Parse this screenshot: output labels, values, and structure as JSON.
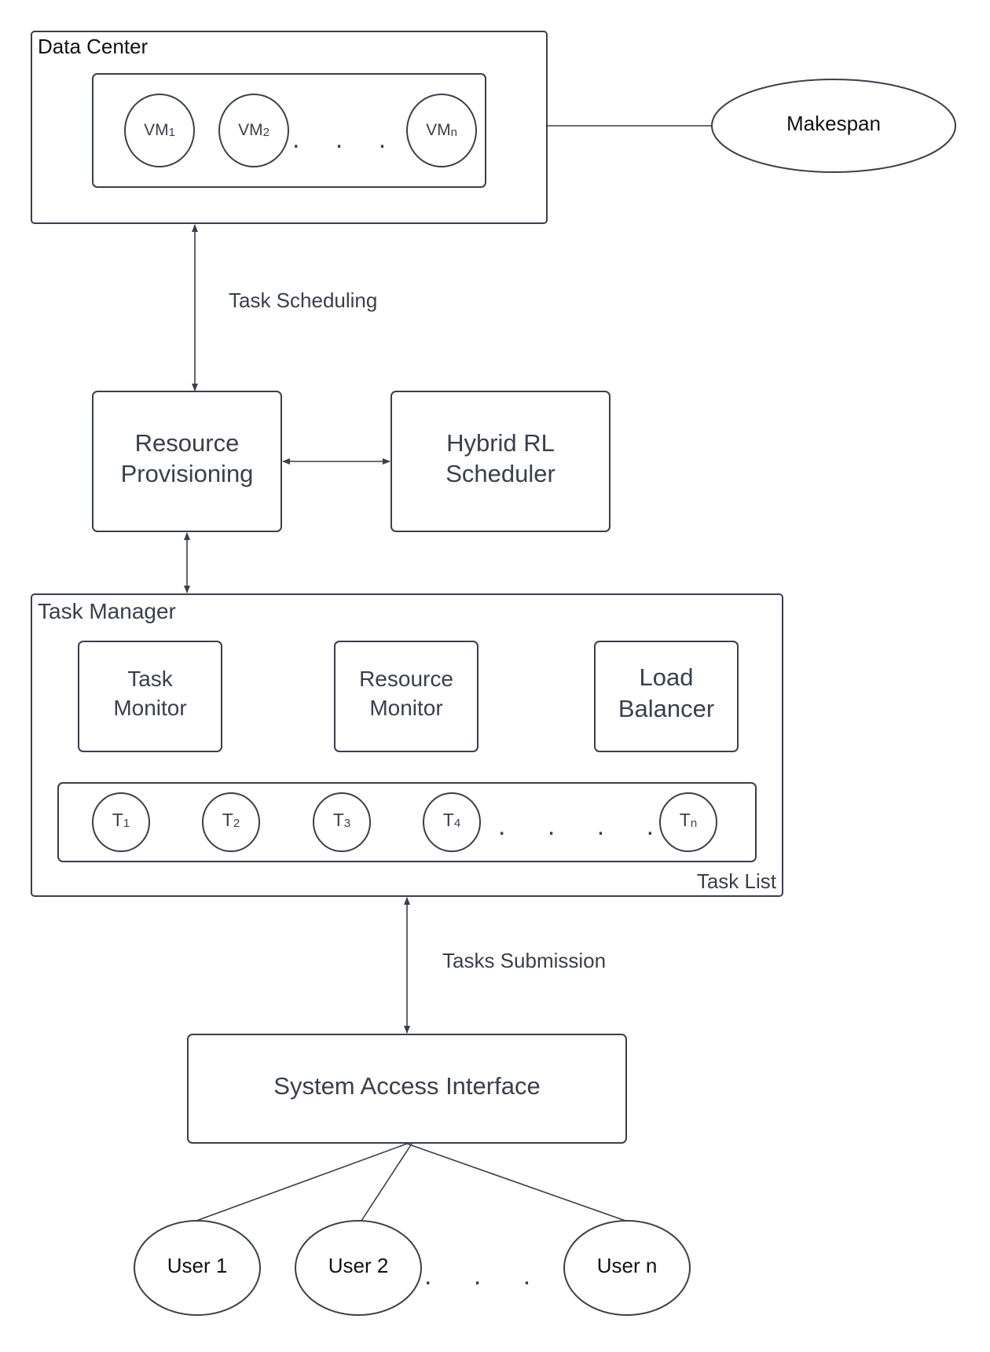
{
  "data_center": {
    "title": "Data Center",
    "vms": [
      {
        "base": "VM",
        "sub": "1"
      },
      {
        "base": "VM",
        "sub": "2"
      },
      {
        "base": "VM",
        "sub": "n"
      }
    ],
    "ellipsis": ". . . . ."
  },
  "makespan": "Makespan",
  "task_scheduling": "Task Scheduling",
  "resource_provisioning": [
    "Resource",
    "Provisioning"
  ],
  "hybrid_scheduler": [
    "Hybrid RL",
    "Scheduler"
  ],
  "task_manager": {
    "title": "Task Manager",
    "task_monitor": [
      "Task",
      "Monitor"
    ],
    "resource_monitor": [
      "Resource",
      "Monitor"
    ],
    "load_balancer": [
      "Load",
      "Balancer"
    ],
    "tasks": [
      {
        "base": "T",
        "sub": "1"
      },
      {
        "base": "T",
        "sub": "2"
      },
      {
        "base": "T",
        "sub": "3"
      },
      {
        "base": "T",
        "sub": "4"
      },
      {
        "base": "T",
        "sub": "n"
      }
    ],
    "ellipsis": ". . . . .",
    "task_list_label": "Task List"
  },
  "tasks_submission": "Tasks Submission",
  "system_access_interface": "System Access Interface",
  "users": [
    "User 1",
    "User 2",
    "User n"
  ],
  "users_ellipsis": ". . . . .",
  "colors": {
    "stroke": "#3a3f4b",
    "text": "#3a3f4b",
    "background": "#ffffff"
  }
}
